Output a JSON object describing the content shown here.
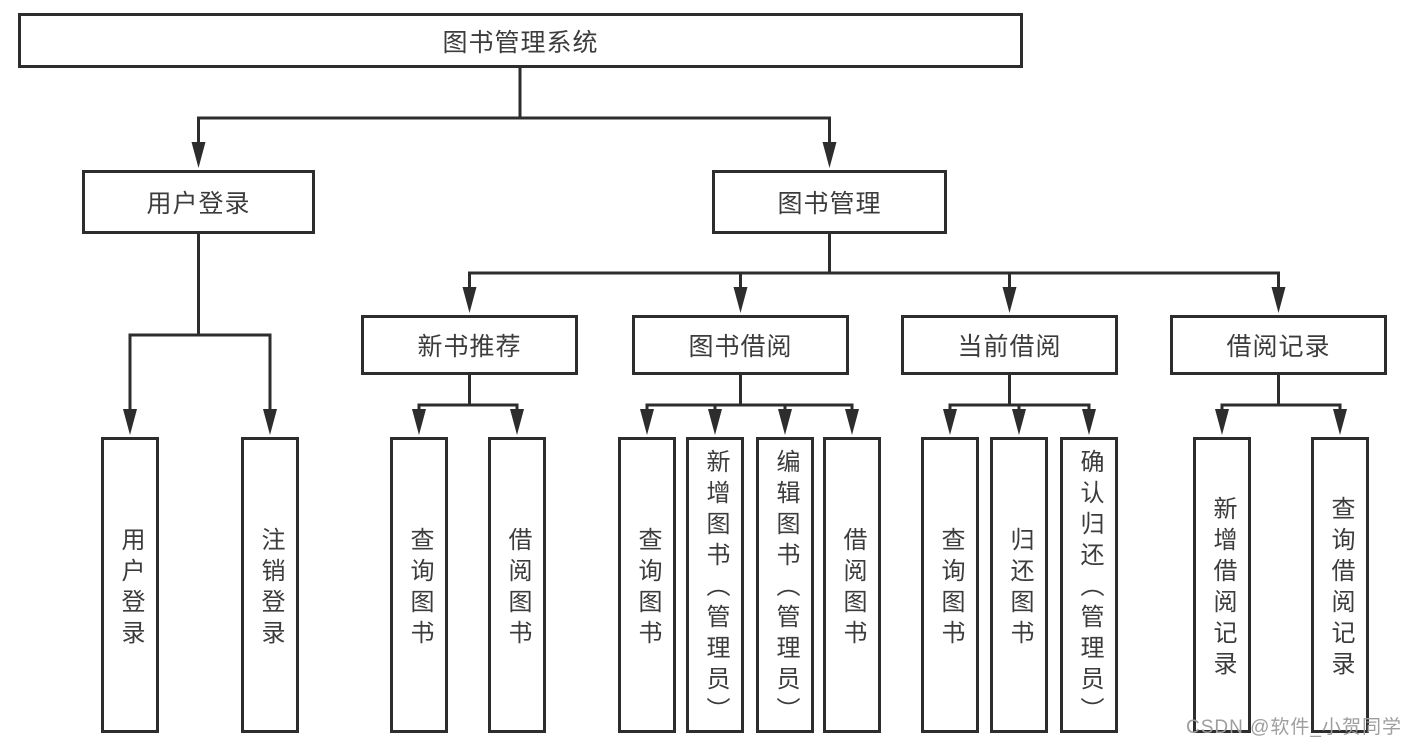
{
  "diagram": {
    "type": "hierarchy-diagram",
    "title": "图书管理系统",
    "level2": [
      {
        "label": "用户登录"
      },
      {
        "label": "图书管理"
      }
    ],
    "level3": [
      {
        "label": "新书推荐",
        "parent": "图书管理"
      },
      {
        "label": "图书借阅",
        "parent": "图书管理"
      },
      {
        "label": "当前借阅",
        "parent": "图书管理"
      },
      {
        "label": "借阅记录",
        "parent": "图书管理"
      }
    ],
    "leaves": [
      {
        "label": "用户登录",
        "parent": "用户登录"
      },
      {
        "label": "注销登录",
        "parent": "用户登录"
      },
      {
        "label": "查询图书",
        "parent": "新书推荐"
      },
      {
        "label": "借阅图书",
        "parent": "新书推荐"
      },
      {
        "label": "查询图书",
        "parent": "图书借阅"
      },
      {
        "label": "新增图书（管理员）",
        "parent": "图书借阅"
      },
      {
        "label": "编辑图书（管理员）",
        "parent": "图书借阅"
      },
      {
        "label": "借阅图书",
        "parent": "图书借阅"
      },
      {
        "label": "查询图书",
        "parent": "当前借阅"
      },
      {
        "label": "归还图书",
        "parent": "当前借阅"
      },
      {
        "label": "确认归还（管理员）",
        "parent": "当前借阅"
      },
      {
        "label": "新增借阅记录",
        "parent": "借阅记录"
      },
      {
        "label": "查询借阅记录",
        "parent": "借阅记录"
      }
    ],
    "watermark": "CSDN @软件_小贺同学",
    "colors": {
      "line": "#2d2d2d",
      "box_background": "#ffffff",
      "text": "#3c3c3c",
      "watermark": "#9e9e9e"
    }
  }
}
